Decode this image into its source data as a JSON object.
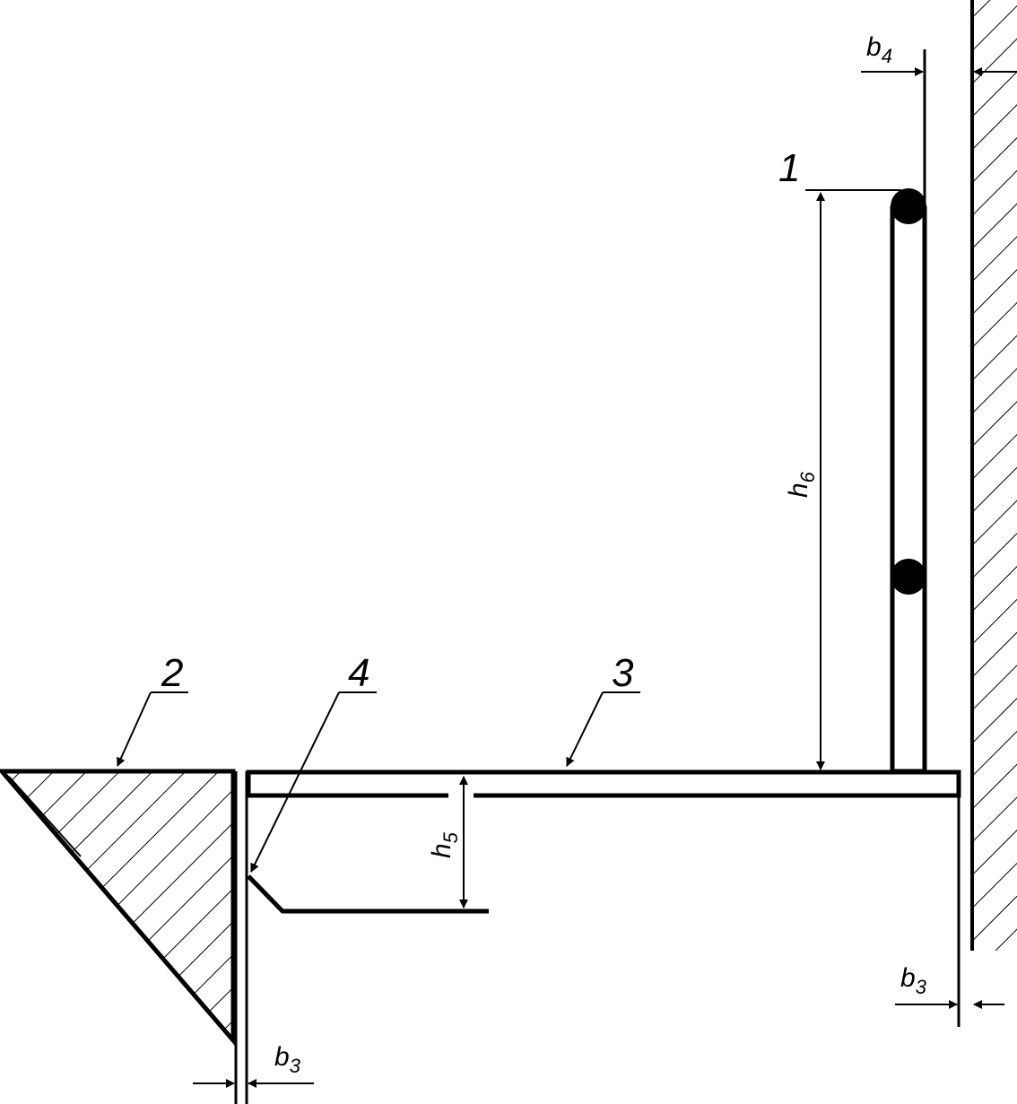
{
  "callouts": {
    "item_1": "1",
    "item_2": "2",
    "item_3": "3",
    "item_4": "4"
  },
  "dimensions": {
    "b4": {
      "main": "b",
      "sub": "4"
    },
    "h6": {
      "main": "h",
      "sub": "6"
    },
    "h5": {
      "main": "h",
      "sub": "5"
    },
    "b3_left": {
      "main": "b",
      "sub": "3"
    },
    "b3_right": {
      "main": "b",
      "sub": "3"
    }
  },
  "colors": {
    "ink": "#000000",
    "paper": "#ffffff"
  }
}
